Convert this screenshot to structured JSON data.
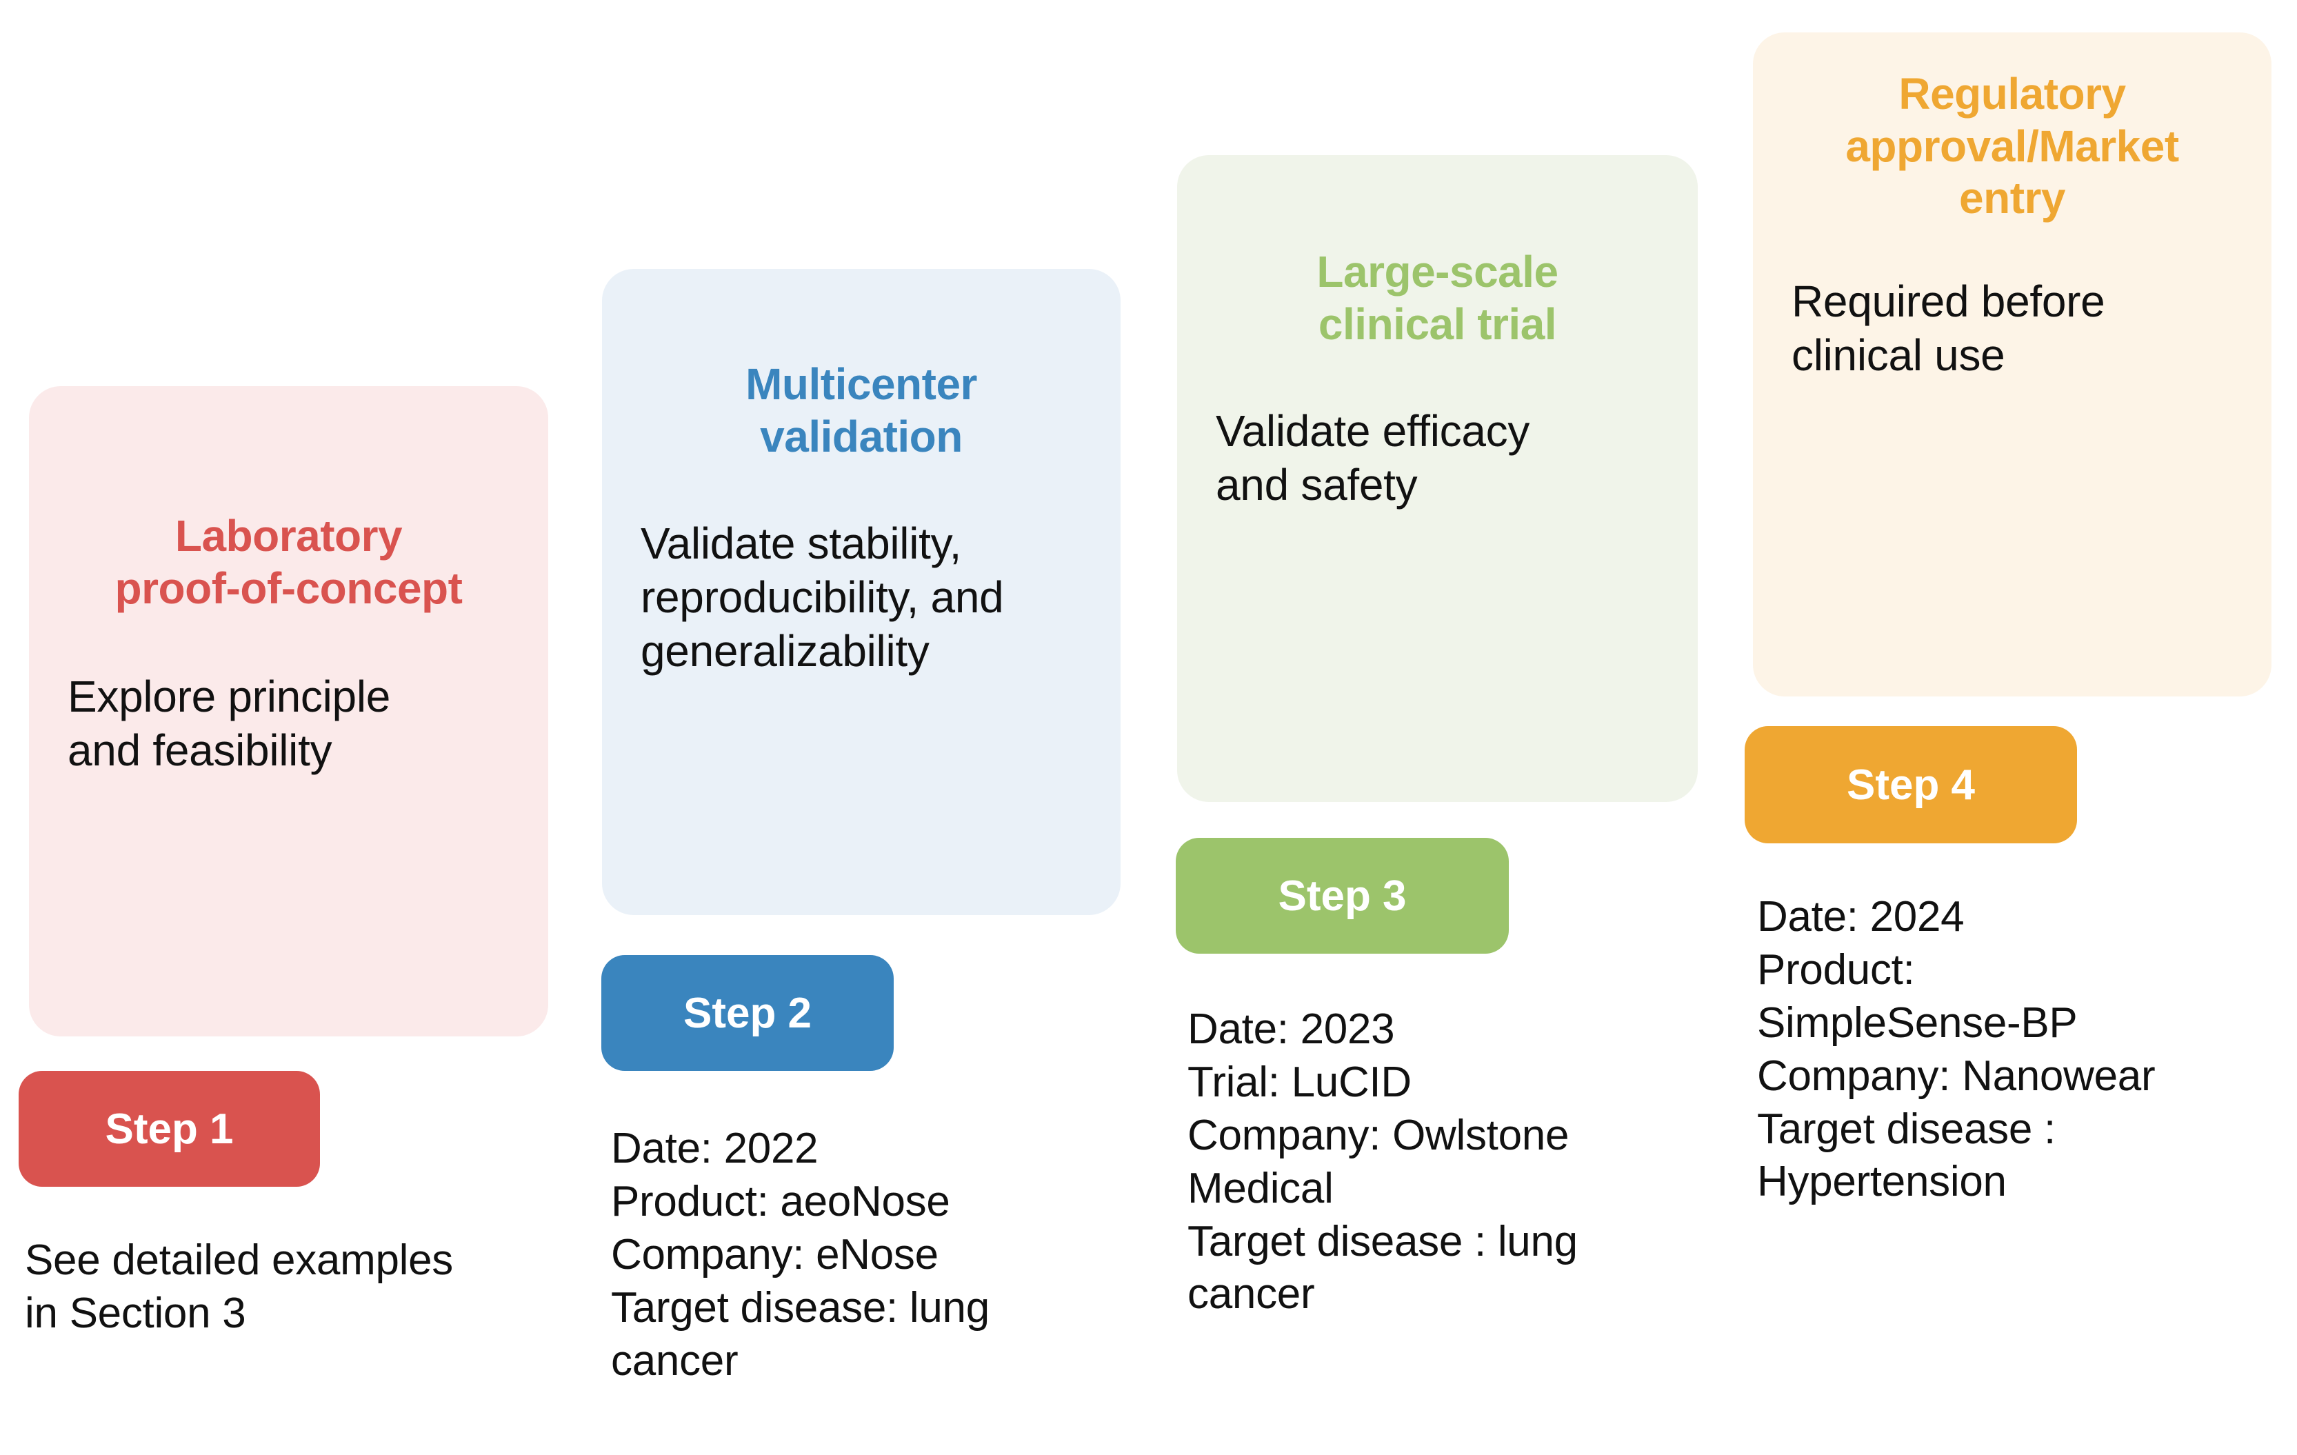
{
  "figure": {
    "type": "staircase-roadmap-diagram",
    "column_count": 4,
    "background_color": "#ffffff"
  },
  "columns": [
    {
      "id": "step-1",
      "title": "Laboratory\nproof-of-concept",
      "description": "Explore principle\nand feasibility",
      "badge_label": "Step 1",
      "caption": "See detailed examples\nin Section 3",
      "panel_color": "#FBEAEA",
      "accent_color": "#D9534F",
      "title_color": "#D9534F"
    },
    {
      "id": "step-2",
      "title": "Multicenter\nvalidation",
      "description": "Validate stability,\nreproducibility, and\ngeneralizability",
      "badge_label": "Step 2",
      "caption": "Date: 2022\nProduct: aeoNose\nCompany: eNose\nTarget disease: lung\ncancer",
      "panel_color": "#EAF1F8",
      "accent_color": "#3A85BE",
      "title_color": "#3A85BE",
      "details": {
        "date": "2022",
        "product": "aeoNose",
        "company": "eNose",
        "target_disease": "lung cancer"
      }
    },
    {
      "id": "step-3",
      "title": "Large-scale\nclinical trial",
      "description": "Validate efficacy\nand safety",
      "badge_label": "Step 3",
      "caption": "Date: 2023\nTrial: LuCID\nCompany: Owlstone\nMedical\nTarget disease : lung\ncancer",
      "panel_color": "#F0F4EA",
      "accent_color": "#9CC46B",
      "title_color": "#9CC46B",
      "details": {
        "date": "2023",
        "trial": "LuCID",
        "company": "Owlstone Medical",
        "target_disease": "lung cancer"
      }
    },
    {
      "id": "step-4",
      "title": "Regulatory\napproval/Market\nentry",
      "description": "Required before\nclinical use",
      "badge_label": "Step 4",
      "caption": "Date: 2024\nProduct:\nSimpleSense-BP\nCompany: Nanowear\nTarget disease :\nHypertension",
      "panel_color": "#FDF4E7",
      "accent_color": "#EFA732",
      "title_color": "#EFA732",
      "details": {
        "date": "2024",
        "product": "SimpleSense-BP",
        "company": "Nanowear",
        "target_disease": "Hypertension"
      }
    }
  ]
}
